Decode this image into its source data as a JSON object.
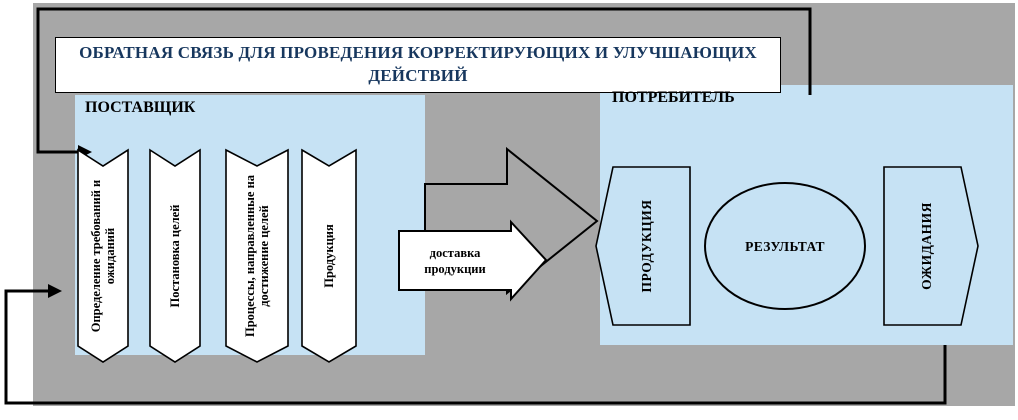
{
  "colors": {
    "panel-gray": "#a7a7a7",
    "box-blue": "#c6e2f4",
    "banner-navy": "#17375e"
  },
  "feedback_banner": {
    "lines": [
      "ОБРАТНАЯ СВЯЗЬ ДЛЯ ПРОВЕДЕНИЯ КОРРЕКТИРУЮЩИХ И УЛУЧШАЮЩИХ",
      "ДЕЙСТВИЙ"
    ]
  },
  "supplier": {
    "title": "ПОСТАВЩИК",
    "steps": [
      "Определение требований и ожиданий",
      "Постановка целей",
      "Процессы, направленные на достижение целей",
      "Продукция"
    ]
  },
  "delivery_arrow": {
    "lines": [
      "доставка",
      "продукции"
    ]
  },
  "consumer": {
    "title": "ПОТРЕБИТЕЛЬ",
    "product_label": "ПРОДУКЦИЯ",
    "result_label": "РЕЗУЛЬТАТ",
    "expectations_label": "ОЖИДАНИЯ"
  }
}
